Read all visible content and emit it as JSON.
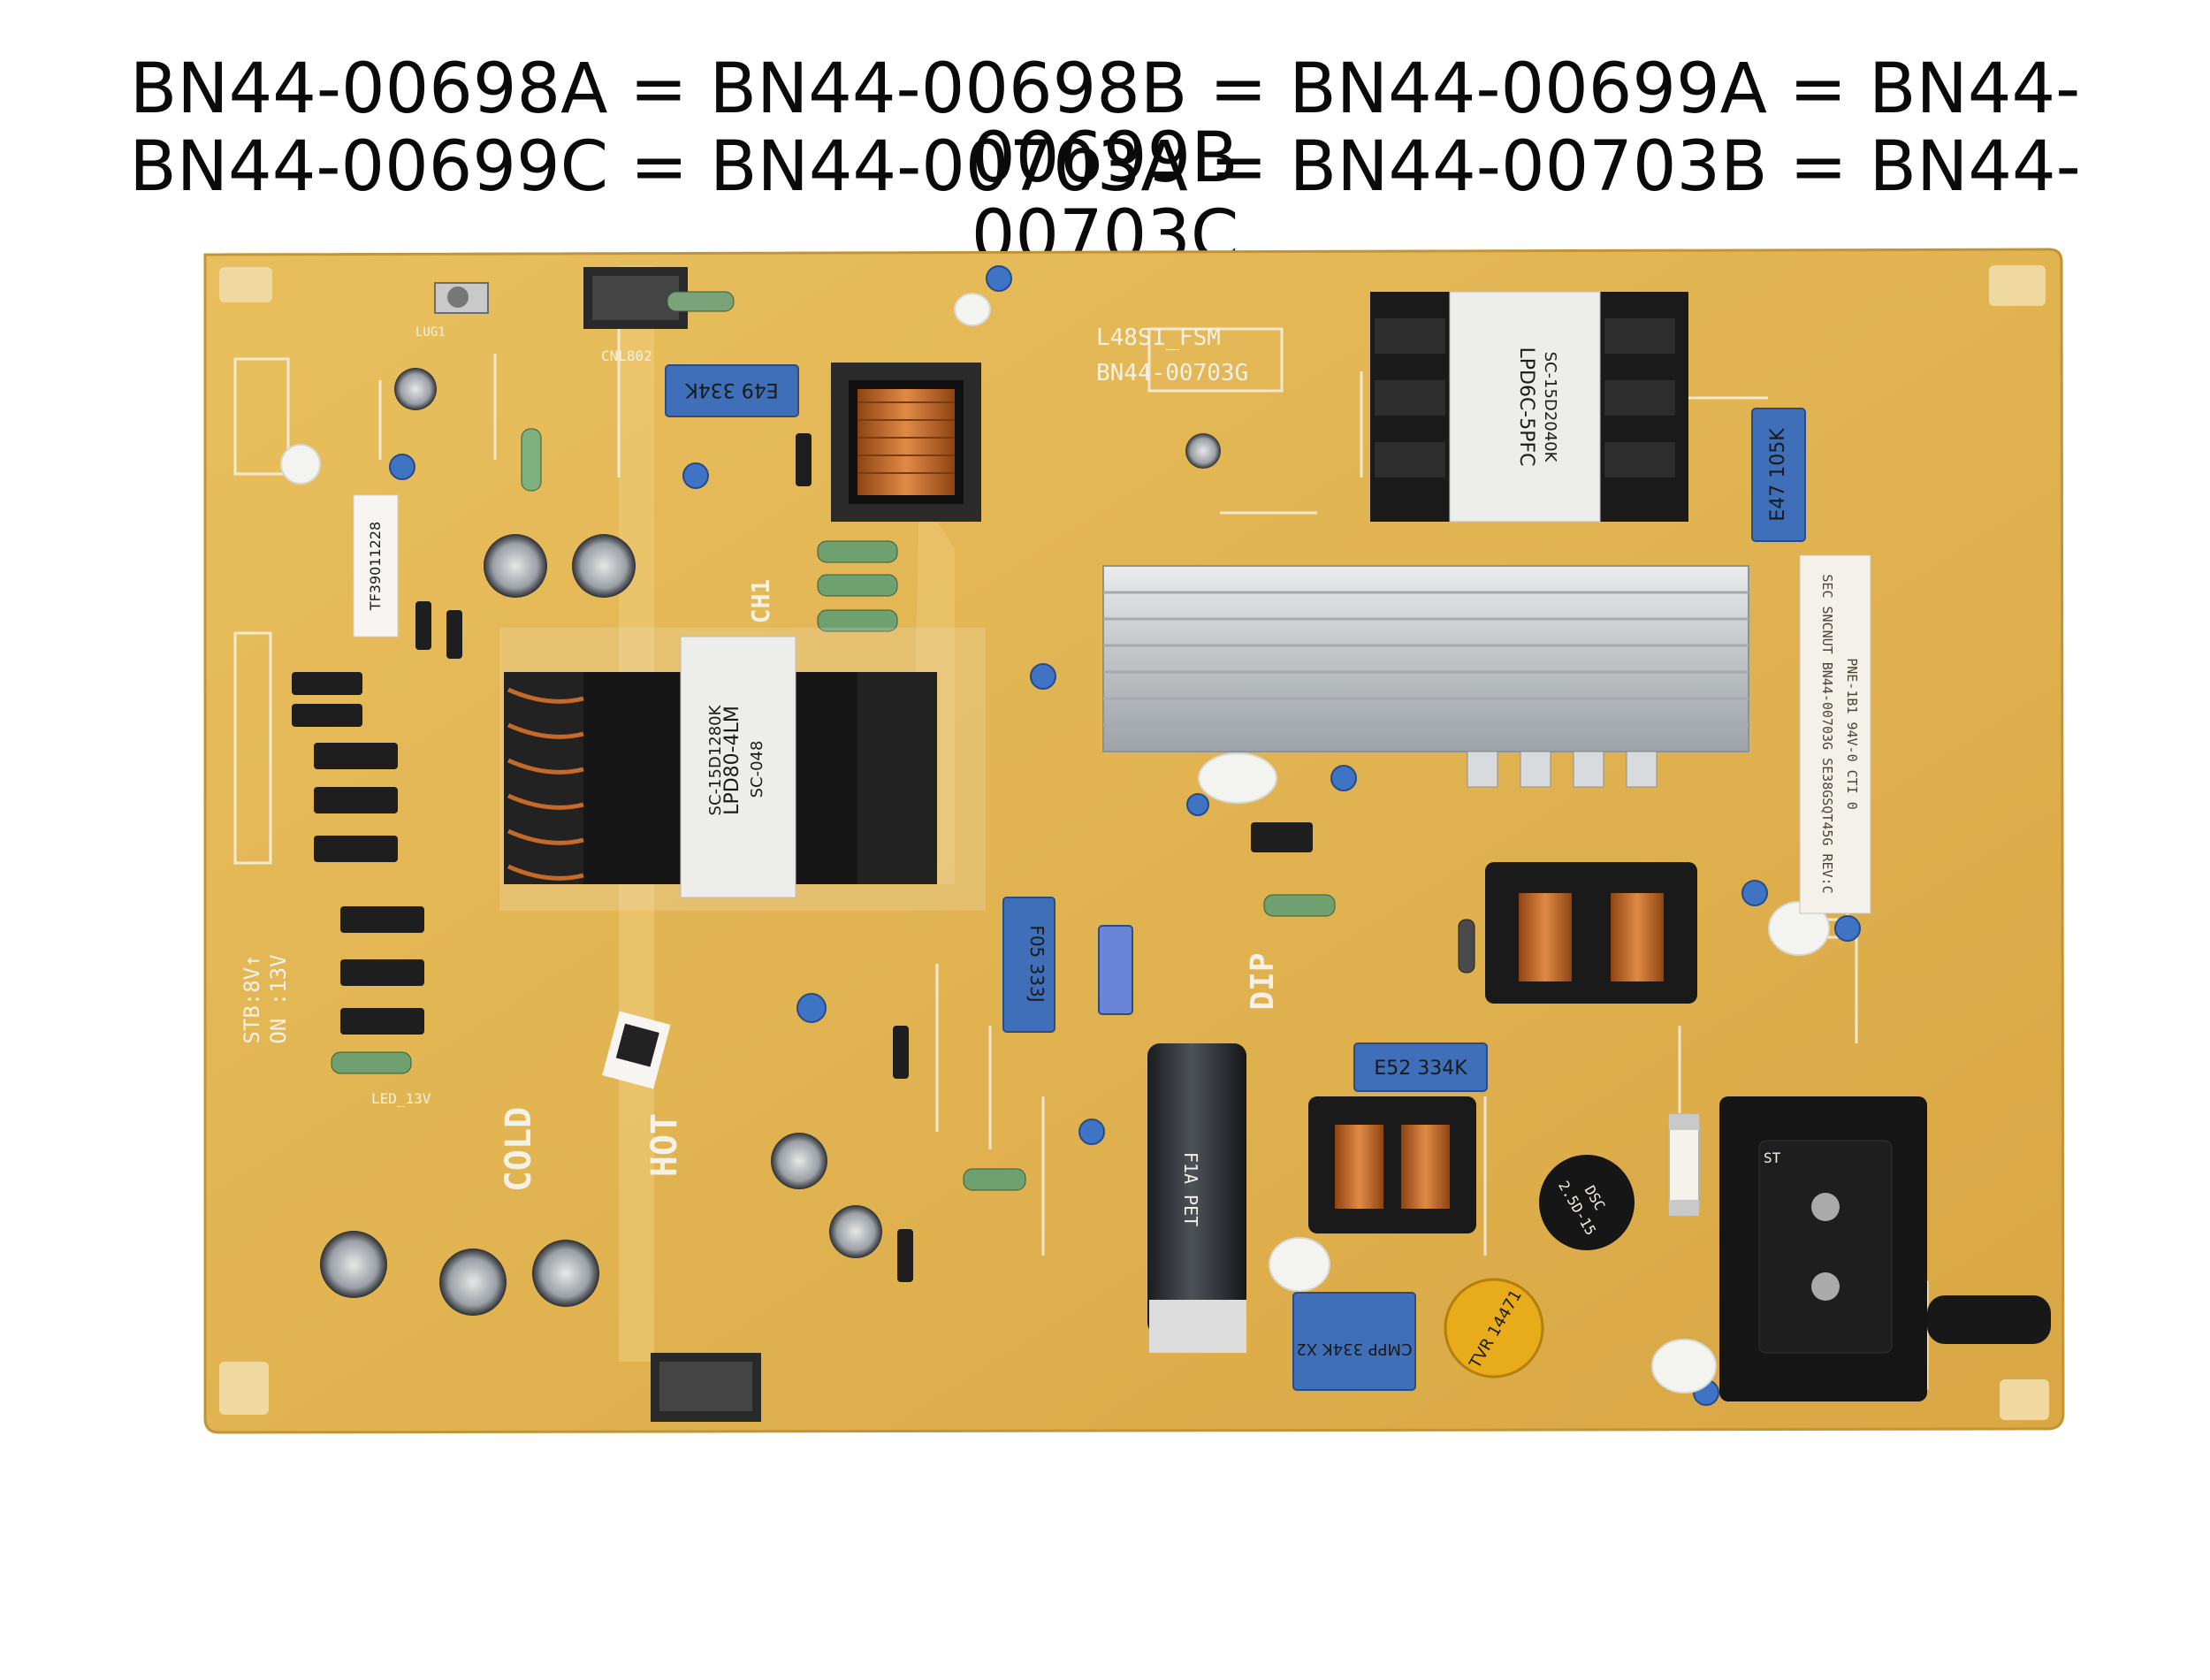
{
  "heading": {
    "line1": "BN44-00698A = BN44-00698B = BN44-00699A = BN44-00699B",
    "line2": "BN44-00699C = BN44-00703A = BN44-00703B = BN44-00703C"
  },
  "board": {
    "model_silk": "L48S1_FSM",
    "part_silk": "BN44-00703G",
    "zone_cold": "COLD",
    "zone_hot": "HOT",
    "dip_label": "DIP",
    "ch1_label": "CH1",
    "stb_label": "STB:8V↑",
    "on_label": "ON :13V",
    "led_label": "LED_13V",
    "sticker_serial": "TF39011228",
    "colors": {
      "pcb": "#e3b24e",
      "pcb_light": "#ecc873",
      "silk": "#f4f1e6",
      "capacitor_blue": "#3f6fb8",
      "heatsink": "#cfd2d4",
      "copper": "#c56a2b"
    }
  },
  "components": {
    "transformer_main": {
      "line1": "LPD80-4LM",
      "line2": "SC-048",
      "line3": "SC-15D1280K"
    },
    "transformer_pfc": {
      "line1": "LPD6C-5PFC",
      "line2": "SC-15D2040K"
    },
    "cap_e49": "E49 334K",
    "cap_e47": "E47 105K",
    "cap_e52": "E52 334K",
    "cap_f05": "F05 333J",
    "thermistor": {
      "line1": "DSC",
      "line2": "2.5D-15"
    },
    "bulk_cap": "F1A PET",
    "x2cap": "CMPP 334K X2",
    "varistor": "TVR 14471",
    "connector_inlet": "ST"
  },
  "side_text": {
    "right_strip": "SEC SNCNUT BN44-00703G SE38GSQT45G REV:C",
    "right_strip2": "PNE-1B1 94V-0 CTI 0"
  }
}
